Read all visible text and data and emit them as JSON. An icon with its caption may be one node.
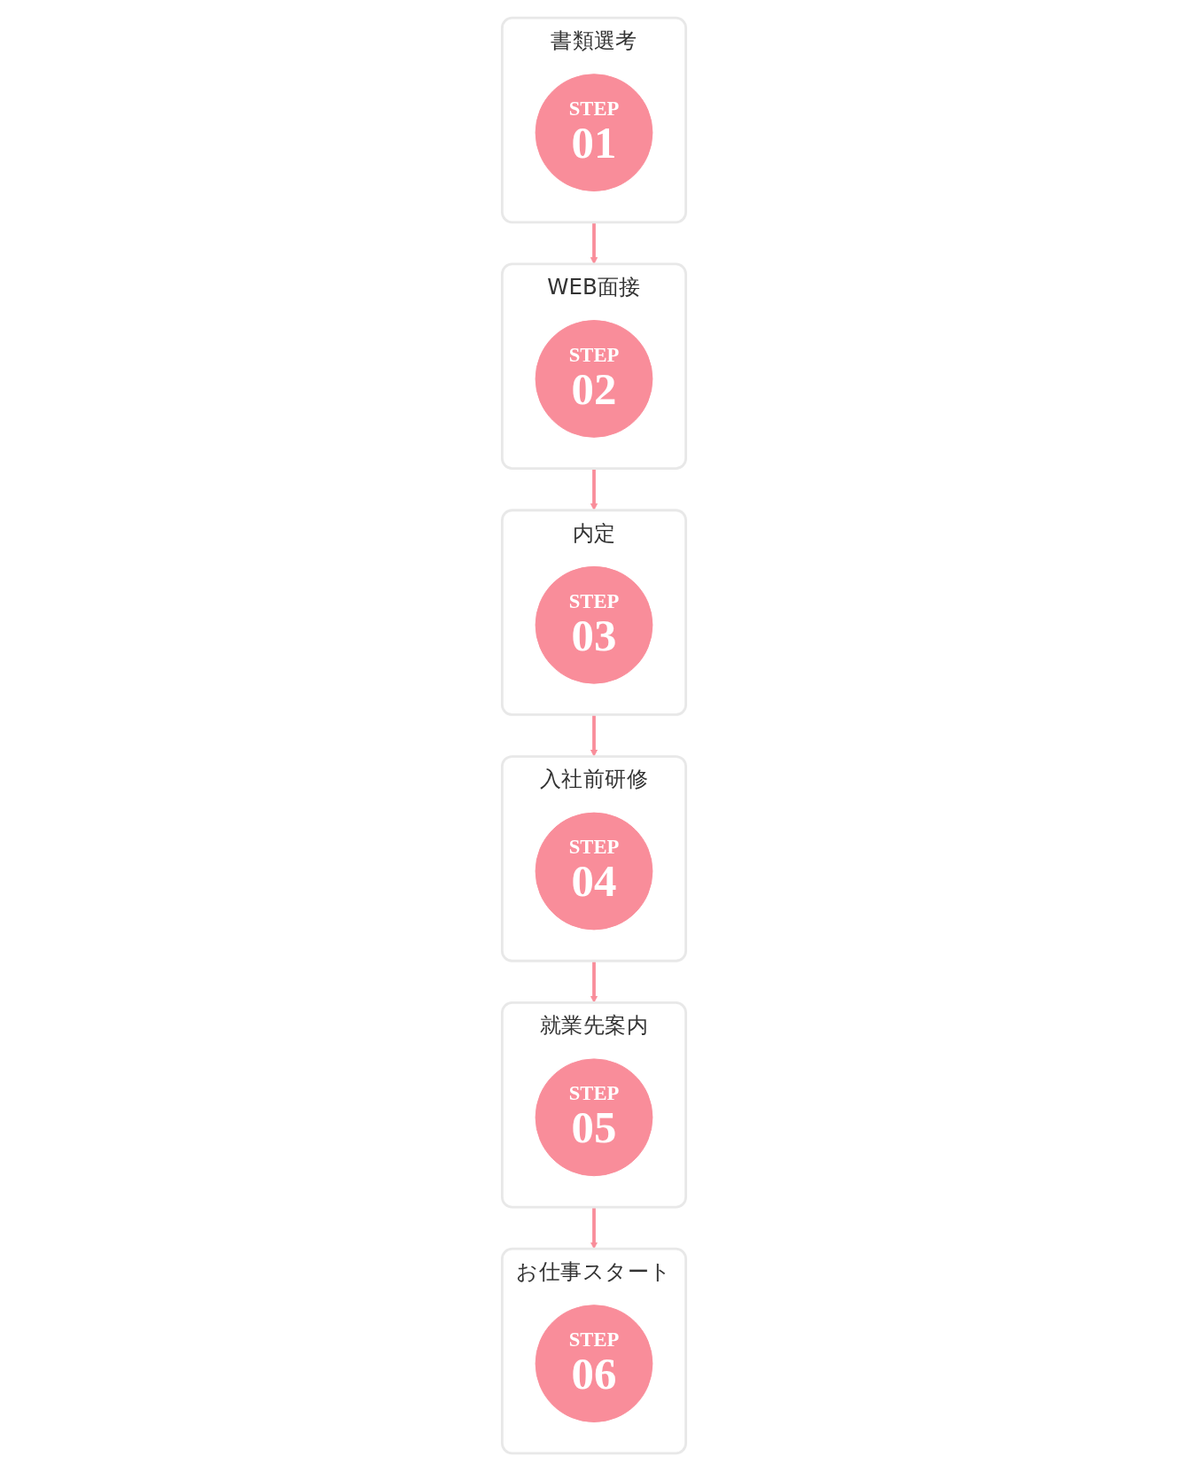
{
  "diagram": {
    "nodes": [
      {
        "text": [
          "書類選考"
        ]
      },
      {
        "text": [
          "STEP",
          "01"
        ],
        "in": 0
      },
      {
        "text": [
          "WEB面接"
        ]
      },
      {
        "text": [
          "STEP",
          "02"
        ],
        "in": 2
      },
      {
        "text": [
          "内定"
        ]
      },
      {
        "text": [
          "STEP",
          "03"
        ],
        "in": 4
      },
      {
        "text": [
          "入社前研修"
        ]
      },
      {
        "text": [
          "STEP",
          "04"
        ],
        "in": 6
      },
      {
        "text": [
          "就業先案内"
        ]
      },
      {
        "text": [
          "STEP",
          "05"
        ],
        "in": 8
      },
      {
        "text": [
          "お仕事スタート"
        ]
      },
      {
        "text": [
          "STEP",
          "06"
        ],
        "in": 10
      }
    ],
    "edges": [
      {
        "from": 0,
        "to": 2,
        "arrow": "to"
      },
      {
        "from": 2,
        "to": 4,
        "arrow": "to"
      },
      {
        "from": 4,
        "to": 6,
        "arrow": "to"
      },
      {
        "from": 6,
        "to": 8,
        "arrow": "to"
      },
      {
        "from": 8,
        "to": 10,
        "arrow": "to"
      }
    ]
  }
}
